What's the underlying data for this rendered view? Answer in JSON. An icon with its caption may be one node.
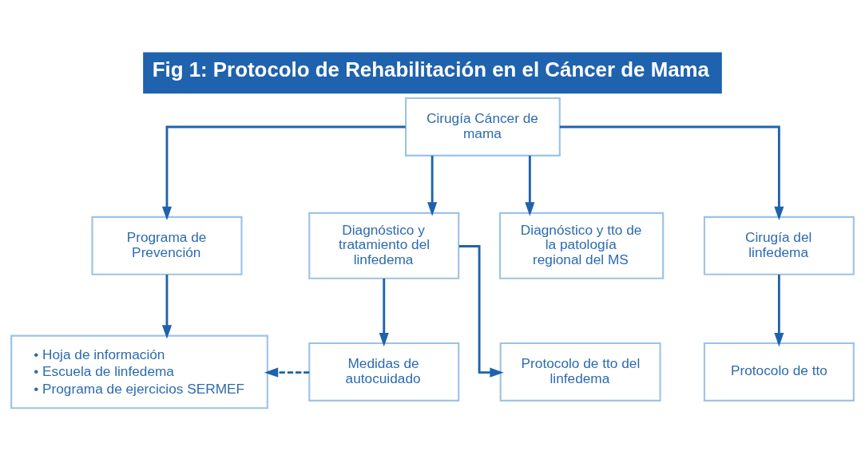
{
  "diagram": {
    "title": "Fig 1: Protocolo de Rehabilitación en el Cáncer de Mama",
    "nodes": [
      {
        "text": [
          "Cirugía Cáncer de mama"
        ]
      },
      {
        "text": [
          "Programa de Prevención"
        ]
      },
      {
        "text": [
          "Diagnóstico y tratamiento del linfedema"
        ]
      },
      {
        "text": [
          "Diagnóstico y tto de la patología regional del MS"
        ]
      },
      {
        "text": [
          "Cirugía del linfedema"
        ]
      },
      {
        "text": [
          "• Hoja de información",
          "• Escuela de linfedema",
          "• Programa de ejercicios SERMEF"
        ]
      },
      {
        "text": [
          "Medidas de autocuidado"
        ]
      },
      {
        "text": [
          "Protocolo de tto del linfedema"
        ]
      },
      {
        "text": [
          "Protocolo de tto"
        ]
      }
    ],
    "edges": [
      {
        "from": 0,
        "to": 1,
        "arrow": "to"
      },
      {
        "from": 0,
        "to": 2,
        "arrow": "to"
      },
      {
        "from": 0,
        "to": 3,
        "arrow": "to"
      },
      {
        "from": 0,
        "to": 4,
        "arrow": "to"
      },
      {
        "from": 1,
        "to": 5,
        "arrow": "to"
      },
      {
        "from": 2,
        "to": 6,
        "arrow": "to"
      },
      {
        "from": 2,
        "to": 7,
        "arrow": "to"
      },
      {
        "from": 4,
        "to": 8,
        "arrow": "to"
      },
      {
        "from": 6,
        "to": 5,
        "arrow": "to",
        "style": "dashed"
      }
    ]
  }
}
